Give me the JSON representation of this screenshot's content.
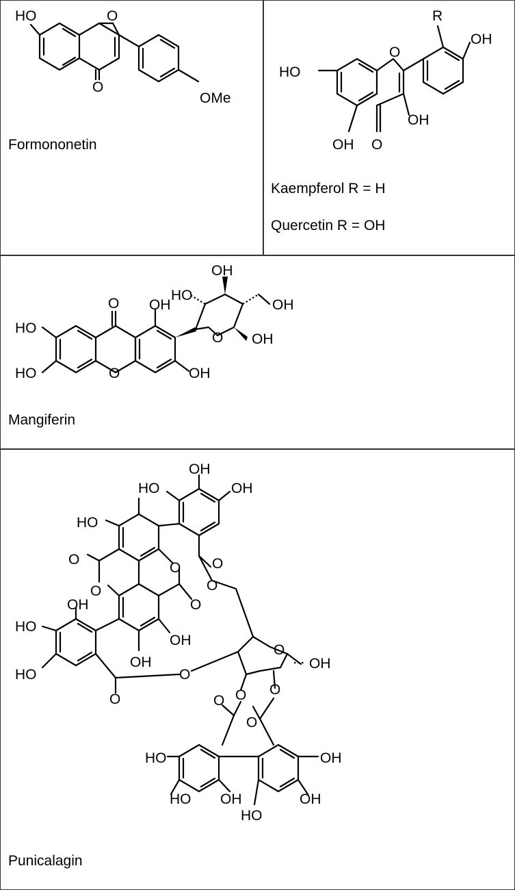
{
  "cells": {
    "formononetin": {
      "name": "Formononetin",
      "atoms": {
        "ho": "HO",
        "ring_o": "O",
        "carbonyl_o": "O",
        "ome": "OMe"
      }
    },
    "flavonol": {
      "variant_1": "Kaempferol R = H",
      "variant_2": "Quercetin R = OH",
      "atoms": {
        "r": "R",
        "oh_4p": "OH",
        "ho_7": "HO",
        "ring_o": "O",
        "oh_3": "OH",
        "oh_5": "OH",
        "carbonyl_o": "O"
      }
    },
    "mangiferin": {
      "name": "Mangiferin",
      "atoms": {
        "carbonyl_o": "O",
        "oh_1": "OH",
        "ho_6": "HO",
        "ho_7": "HO",
        "ring_o": "O",
        "oh_3": "OH",
        "sugar_oh_a": "OH",
        "sugar_ho_b": "HO",
        "sugar_oh_c": "OH",
        "sugar_ring_o": "O",
        "sugar_oh_d": "OH"
      }
    },
    "punicalagin": {
      "name": "Punicalagin",
      "atoms": {
        "oh_top": "OH",
        "ho_top_left": "HO",
        "oh_top_right": "OH",
        "ho_upper": "HO",
        "carbonyl_o_left": "O",
        "lactone_o_left": "O",
        "lactone_o_mid": "O",
        "ester_o_right": "O",
        "ester_o_ch2": "O",
        "lactone_carbonyl_o": "O",
        "oh_mid_left": "OH",
        "ho_left_1": "HO",
        "ho_left_2": "HO",
        "oh_mid": "OH",
        "oh_bottom_mid": "OH",
        "ester_o_sugar": "O",
        "sugar_ring_o": "O",
        "anomeric_oh": "OH",
        "carbonyl_o_lower": "O",
        "sugar_o_a": "O",
        "sugar_o_b": "O",
        "carbonyl_o_c": "O",
        "carbonyl_o_d": "O",
        "ho_bl_1": "HO",
        "oh_br_1": "OH",
        "ho_bl_2": "HO",
        "oh_bl": "OH",
        "oh_br_2": "OH",
        "ho_bottom": "HO"
      }
    }
  }
}
